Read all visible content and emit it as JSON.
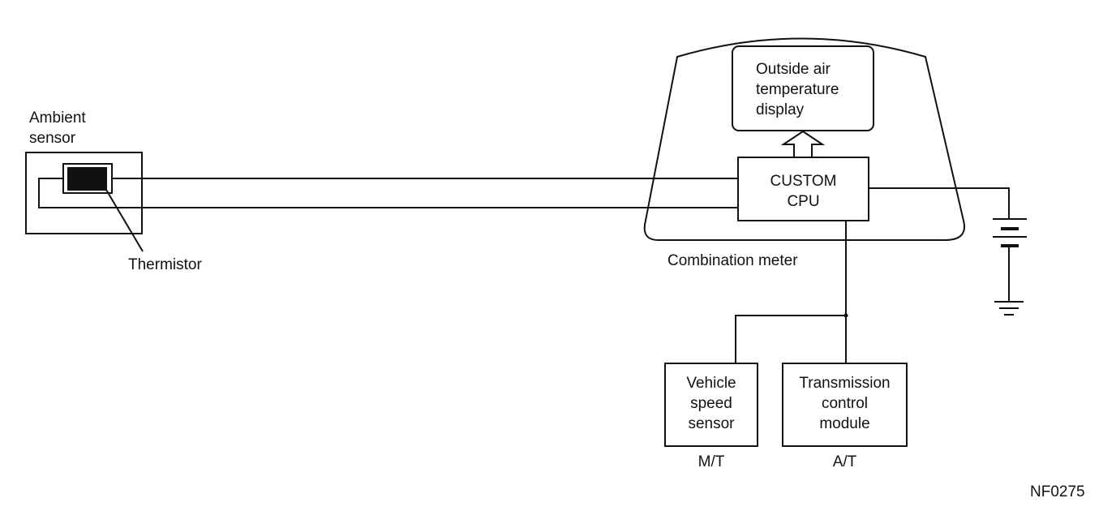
{
  "labels": {
    "ambient_sensor_line1": "Ambient",
    "ambient_sensor_line2": "sensor",
    "thermistor": "Thermistor",
    "display_line1": "Outside air",
    "display_line2": "temperature",
    "display_line3": "display",
    "cpu_line1": "CUSTOM",
    "cpu_line2": "CPU",
    "combination_meter": "Combination meter",
    "vss_line1": "Vehicle",
    "vss_line2": "speed",
    "vss_line3": "sensor",
    "tcm_line1": "Transmission",
    "tcm_line2": "control",
    "tcm_line3": "module",
    "mt": "M/T",
    "at": "A/T",
    "figure_id": "NF0275"
  }
}
